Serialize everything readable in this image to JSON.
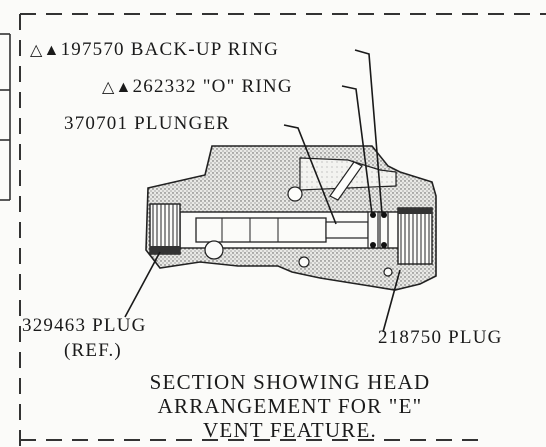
{
  "labels": {
    "backup_ring": "197570 BACK-UP RING",
    "o_ring": "262332 \"O\" RING",
    "plunger": "370701 PLUNGER",
    "plug_left_line1": "329463 PLUG",
    "plug_left_line2": "(REF.)",
    "plug_right": "218750 PLUG"
  },
  "markers": {
    "open_triangle": "△",
    "filled_triangle": "▲"
  },
  "caption": {
    "line1": "SECTION SHOWING HEAD",
    "line2": "ARRANGEMENT FOR \"E\"",
    "line3": "VENT FEATURE."
  }
}
